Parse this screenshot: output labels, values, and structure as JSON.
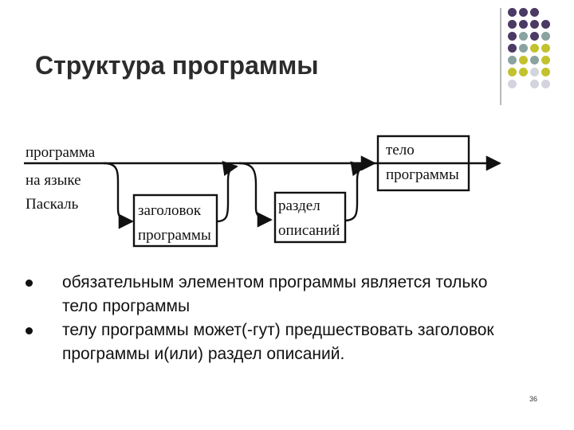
{
  "slide": {
    "title": "Структура программы",
    "page_number": "36"
  },
  "diagram": {
    "left_label": [
      "программа",
      "на языке",
      "Паскаль"
    ],
    "boxes": {
      "header": [
        "заголовок",
        "программы"
      ],
      "declarations": [
        "раздел",
        "описаний"
      ],
      "body": [
        "тело",
        "программы"
      ]
    }
  },
  "bullets": [
    "обязательным элементом программы является только тело программы",
    "телу программы может(-гут) предшествовать заголовок программы и(или) раздел описаний."
  ],
  "decoration": {
    "dot_colors": {
      "purple": "#4b3a63",
      "gray": "#8aa3a0",
      "olive": "#c3c22e",
      "light": "#d4d4de"
    },
    "dot_grid": [
      [
        "purple",
        "purple",
        "purple",
        null
      ],
      [
        "purple",
        "purple",
        "purple",
        "purple"
      ],
      [
        "purple",
        "gray",
        "purple",
        "gray"
      ],
      [
        "purple",
        "gray",
        "olive",
        "olive"
      ],
      [
        "gray",
        "olive",
        "gray",
        "olive"
      ],
      [
        "olive",
        "olive",
        "light",
        "olive"
      ],
      [
        "light",
        null,
        "light",
        "light"
      ]
    ]
  }
}
